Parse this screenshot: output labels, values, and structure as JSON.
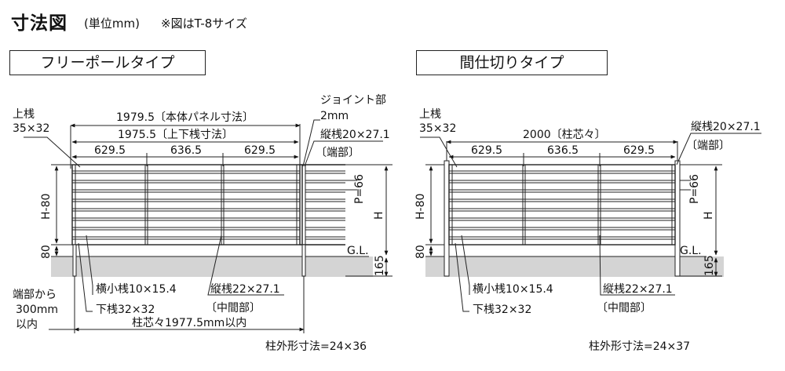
{
  "header": {
    "title": "寸法図",
    "unit": "(単位mm)",
    "note": "※図はT-8サイズ"
  },
  "left": {
    "type_label": "フリーポールタイプ",
    "top_rail": "上桟",
    "top_rail_size": "35×32",
    "panel_width": "1979.5〔本体パネル寸法〕",
    "rail_width": "1975.5〔上下桟寸法〕",
    "spans": [
      "629.5",
      "636.5",
      "629.5"
    ],
    "joint_label": "ジョイント部",
    "joint_size": "2mm",
    "end_post": "縦桟20×27.1",
    "end_post_note": "〔端部〕",
    "pitch": "P=66",
    "height_inner": "H-80",
    "height": "H",
    "bottom_gap": "80",
    "gl": "G.L.",
    "embed": "165",
    "slat": "横小桟10×15.4",
    "bottom_rail": "下桟32×32",
    "mid_post": "縦桟22×27.1",
    "mid_post_note": "〔中間部〕",
    "end_offset_1": "端部から",
    "end_offset_2": "300mm",
    "end_offset_3": "以内",
    "post_pitch": "柱芯々1977.5mm以内",
    "post_size": "柱外形寸法=24×36"
  },
  "right": {
    "type_label": "間仕切りタイプ",
    "top_rail": "上桟",
    "top_rail_size": "35×32",
    "post_pitch": "2000〔柱芯々〕",
    "spans": [
      "629.5",
      "636.5",
      "629.5"
    ],
    "end_post": "縦桟20×27.1",
    "end_post_note": "〔端部〕",
    "pitch": "P=66",
    "height_inner": "H-80",
    "height": "H",
    "bottom_gap": "80",
    "gl": "G.L.",
    "embed": "165",
    "slat": "横小桟10×15.4",
    "bottom_rail": "下桟32×32",
    "mid_post": "縦桟22×27.1",
    "mid_post_note": "〔中間部〕",
    "post_size": "柱外形寸法=24×37"
  }
}
